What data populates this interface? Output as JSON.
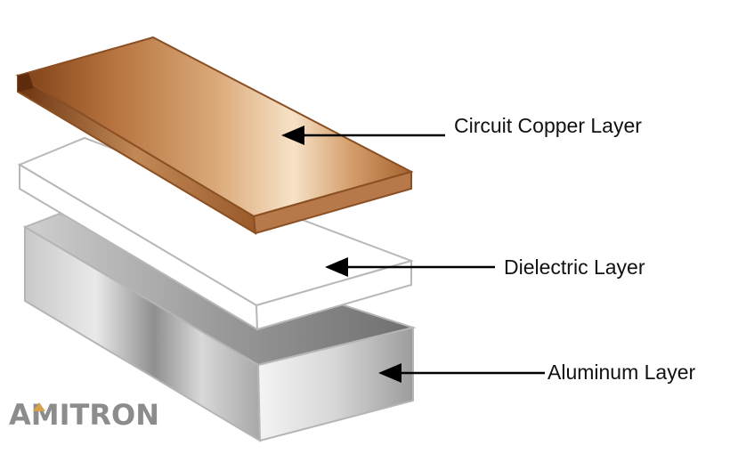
{
  "labels": {
    "copper": "Circuit Copper Layer",
    "dielectric": "Dielectric Layer",
    "aluminum": "Aluminum Layer"
  },
  "logo": {
    "text": "AMITRON",
    "color": "#8c8c8c",
    "accent": "#d4a24a"
  },
  "colors": {
    "copper_dark": "#8a4a1c",
    "copper_light": "#f5dcc0",
    "dielectric_fill": "#ffffff",
    "dielectric_edge": "#b8b8b8",
    "aluminum_dark": "#7a7a7a",
    "aluminum_light": "#f2f2f2",
    "arrow": "#000000"
  }
}
